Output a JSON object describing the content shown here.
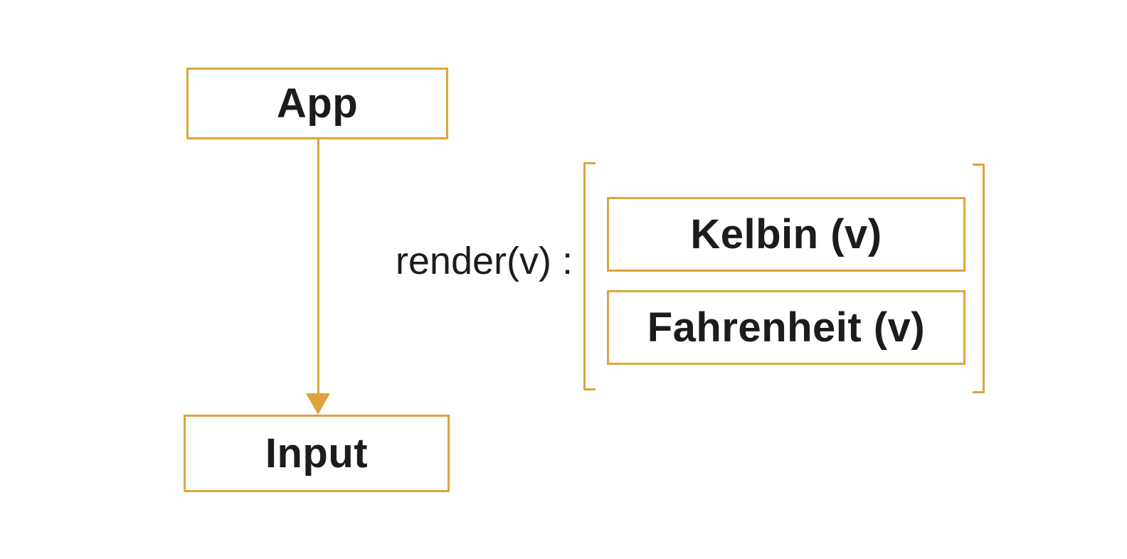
{
  "diagram": {
    "background_color": "#ffffff",
    "accent_color": "#dfa33e",
    "text_color": "#1c1c1c",
    "nodes": {
      "app": {
        "label": "App"
      },
      "input": {
        "label": "Input"
      },
      "kelvin": {
        "label": "Kelbin (v)"
      },
      "fahrenheit": {
        "label": "Fahrenheit (v)"
      }
    },
    "edge": {
      "label": "render(v) :"
    },
    "icons": {
      "arrow_down": "css-triangle-down"
    }
  }
}
